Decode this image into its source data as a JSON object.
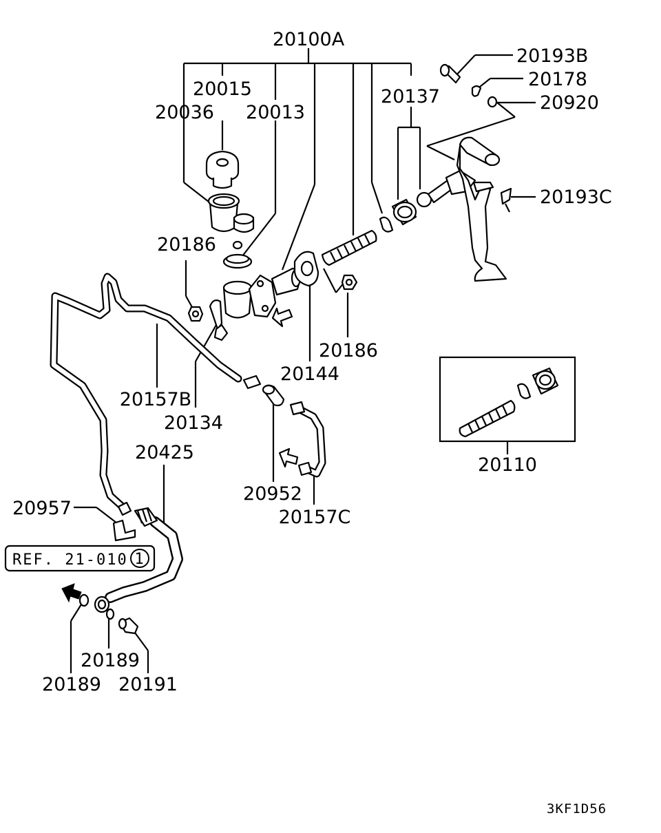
{
  "diagram": {
    "parts": {
      "p20100A": "20100A",
      "p20015": "20015",
      "p20036": "20036",
      "p20013": "20013",
      "p20137": "20137",
      "p20193B": "20193B",
      "p20178": "20178",
      "p20920": "20920",
      "p20193C": "20193C",
      "p20186a": "20186",
      "p20186b": "20186",
      "p20144": "20144",
      "p20157B": "20157B",
      "p20134": "20134",
      "p20425": "20425",
      "p20952": "20952",
      "p20157C": "20157C",
      "p20957": "20957",
      "p20110": "20110",
      "p20189a": "20189",
      "p20189b": "20189",
      "p20191": "20191"
    },
    "reference": {
      "text": "REF. 21-010",
      "number": "1"
    },
    "drawing_code": "3KF1D56"
  }
}
